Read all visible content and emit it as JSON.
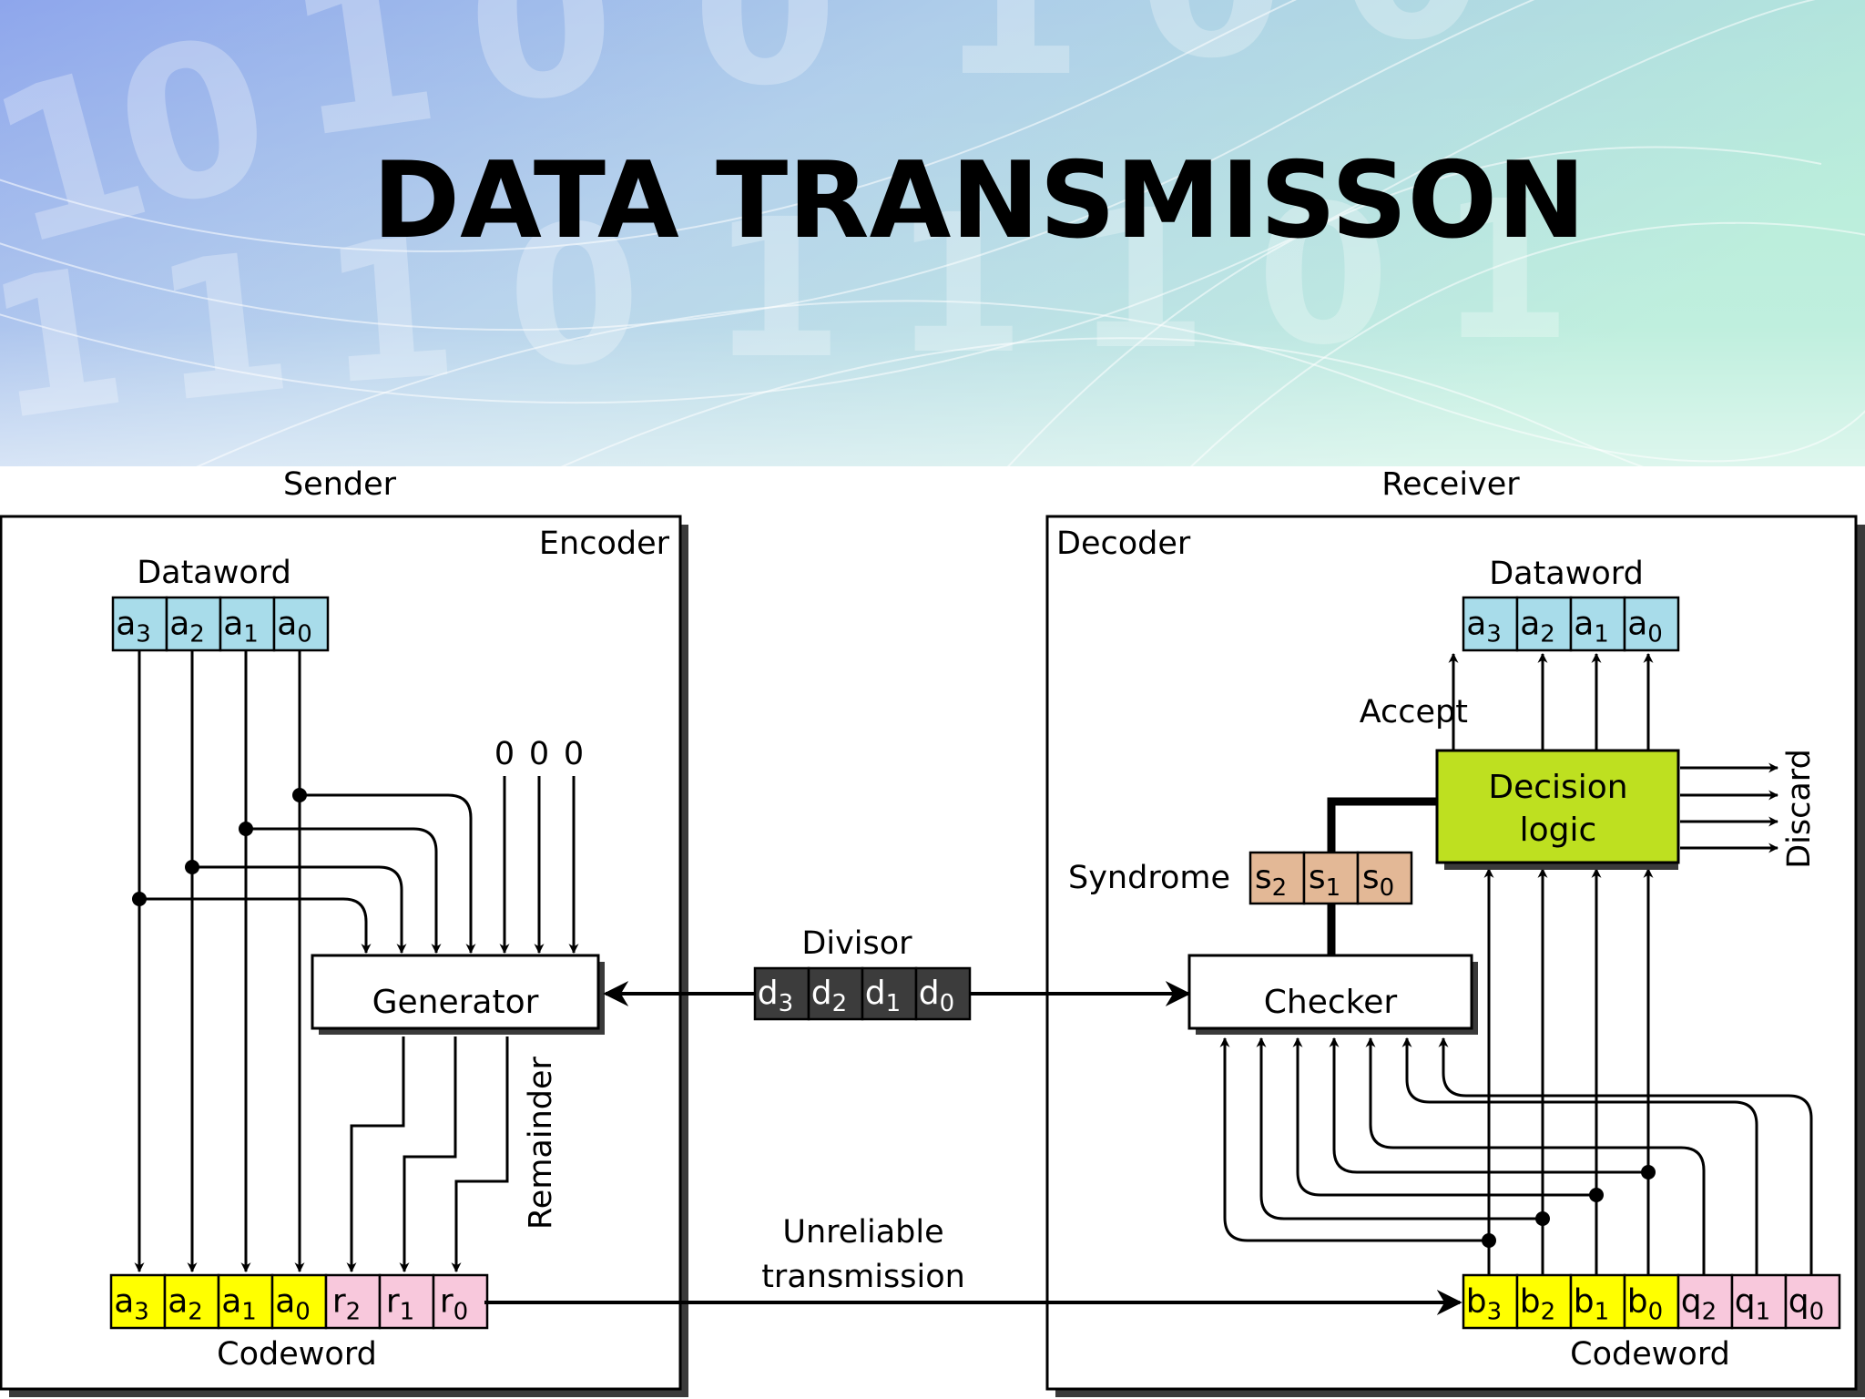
{
  "slide": {
    "title": "DATA  TRANSMISSON",
    "banner_digits": [
      "1",
      "0",
      "1",
      "0",
      "0",
      "1",
      "0",
      "0",
      "1",
      "1",
      "1",
      "0",
      "1",
      "1",
      "1",
      "0",
      "1"
    ]
  },
  "sender": {
    "label": "Sender",
    "encoder_label": "Encoder",
    "dataword_label": "Dataword",
    "dataword": [
      {
        "base": "a",
        "sub": "3"
      },
      {
        "base": "a",
        "sub": "2"
      },
      {
        "base": "a",
        "sub": "1"
      },
      {
        "base": "a",
        "sub": "0"
      }
    ],
    "zeros": [
      "0",
      "0",
      "0"
    ],
    "generator_label": "Generator",
    "remainder_label": "Remainder",
    "codeword_label": "Codeword",
    "codeword": [
      {
        "base": "a",
        "sub": "3"
      },
      {
        "base": "a",
        "sub": "2"
      },
      {
        "base": "a",
        "sub": "1"
      },
      {
        "base": "a",
        "sub": "0"
      },
      {
        "base": "r",
        "sub": "2"
      },
      {
        "base": "r",
        "sub": "1"
      },
      {
        "base": "r",
        "sub": "0"
      }
    ]
  },
  "channel": {
    "divisor_label": "Divisor",
    "divisor": [
      {
        "base": "d",
        "sub": "3"
      },
      {
        "base": "d",
        "sub": "2"
      },
      {
        "base": "d",
        "sub": "1"
      },
      {
        "base": "d",
        "sub": "0"
      }
    ],
    "transmission_line1": "Unreliable",
    "transmission_line2": "transmission"
  },
  "receiver": {
    "label": "Receiver",
    "decoder_label": "Decoder",
    "dataword_label": "Dataword",
    "dataword": [
      {
        "base": "a",
        "sub": "3"
      },
      {
        "base": "a",
        "sub": "2"
      },
      {
        "base": "a",
        "sub": "1"
      },
      {
        "base": "a",
        "sub": "0"
      }
    ],
    "accept_label": "Accept",
    "decision_line1": "Decision",
    "decision_line2": "logic",
    "discard_label": "Discard",
    "syndrome_label": "Syndrome",
    "syndrome": [
      {
        "base": "s",
        "sub": "2"
      },
      {
        "base": "s",
        "sub": "1"
      },
      {
        "base": "s",
        "sub": "0"
      }
    ],
    "checker_label": "Checker",
    "codeword_label": "Codeword",
    "codeword": [
      {
        "base": "b",
        "sub": "3"
      },
      {
        "base": "b",
        "sub": "2"
      },
      {
        "base": "b",
        "sub": "1"
      },
      {
        "base": "b",
        "sub": "0"
      },
      {
        "base": "q",
        "sub": "2"
      },
      {
        "base": "q",
        "sub": "1"
      },
      {
        "base": "q",
        "sub": "0"
      }
    ]
  },
  "colors": {
    "dataword": "#a8dcea",
    "codeword_data": "#ffff00",
    "codeword_check": "#f8c8dc",
    "divisor": "#3c3c3c",
    "syndrome": "#e3b896",
    "decision": "#bee020",
    "banner_left": "#8ea6ec",
    "banner_right": "#b4ecd8"
  }
}
